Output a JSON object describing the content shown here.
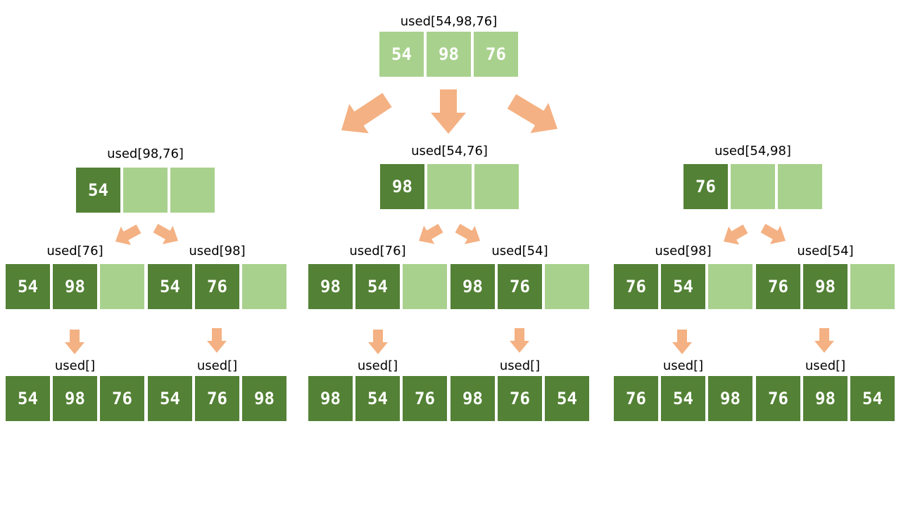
{
  "colors": {
    "filled": "#538135",
    "empty": "#a9d18e",
    "arrow": "#f4b183",
    "label": "#000000",
    "text": "#ffffff"
  },
  "arrow_icon": "arrow-icon",
  "levels": [
    {
      "level": 0,
      "nodes": [
        {
          "id": "root",
          "label": "used[54,98,76]",
          "cells": [
            {
              "value": "54",
              "state": "unused"
            },
            {
              "value": "98",
              "state": "unused"
            },
            {
              "value": "76",
              "state": "unused"
            }
          ]
        }
      ]
    },
    {
      "level": 1,
      "nodes": [
        {
          "id": "n1a",
          "label": "used[98,76]",
          "cells": [
            {
              "value": "54",
              "state": "chosen"
            },
            {
              "value": "",
              "state": "empty"
            },
            {
              "value": "",
              "state": "empty"
            }
          ]
        },
        {
          "id": "n1b",
          "label": "used[54,76]",
          "cells": [
            {
              "value": "98",
              "state": "chosen"
            },
            {
              "value": "",
              "state": "empty"
            },
            {
              "value": "",
              "state": "empty"
            }
          ]
        },
        {
          "id": "n1c",
          "label": "used[54,98]",
          "cells": [
            {
              "value": "76",
              "state": "chosen"
            },
            {
              "value": "",
              "state": "empty"
            },
            {
              "value": "",
              "state": "empty"
            }
          ]
        }
      ]
    },
    {
      "level": 2,
      "nodes": [
        {
          "id": "n2a",
          "label": "used[76]",
          "cells": [
            {
              "value": "54",
              "state": "chosen"
            },
            {
              "value": "98",
              "state": "chosen"
            },
            {
              "value": "",
              "state": "empty"
            }
          ]
        },
        {
          "id": "n2b",
          "label": "used[98]",
          "cells": [
            {
              "value": "54",
              "state": "chosen"
            },
            {
              "value": "76",
              "state": "chosen"
            },
            {
              "value": "",
              "state": "empty"
            }
          ]
        },
        {
          "id": "n2c",
          "label": "used[76]",
          "cells": [
            {
              "value": "98",
              "state": "chosen"
            },
            {
              "value": "54",
              "state": "chosen"
            },
            {
              "value": "",
              "state": "empty"
            }
          ]
        },
        {
          "id": "n2d",
          "label": "used[54]",
          "cells": [
            {
              "value": "98",
              "state": "chosen"
            },
            {
              "value": "76",
              "state": "chosen"
            },
            {
              "value": "",
              "state": "empty"
            }
          ]
        },
        {
          "id": "n2e",
          "label": "used[98]",
          "cells": [
            {
              "value": "76",
              "state": "chosen"
            },
            {
              "value": "54",
              "state": "chosen"
            },
            {
              "value": "",
              "state": "empty"
            }
          ]
        },
        {
          "id": "n2f",
          "label": "used[54]",
          "cells": [
            {
              "value": "76",
              "state": "chosen"
            },
            {
              "value": "98",
              "state": "chosen"
            },
            {
              "value": "",
              "state": "empty"
            }
          ]
        }
      ]
    },
    {
      "level": 3,
      "nodes": [
        {
          "id": "n3a",
          "label": "used[]",
          "cells": [
            {
              "value": "54",
              "state": "chosen"
            },
            {
              "value": "98",
              "state": "chosen"
            },
            {
              "value": "76",
              "state": "chosen"
            }
          ]
        },
        {
          "id": "n3b",
          "label": "used[]",
          "cells": [
            {
              "value": "54",
              "state": "chosen"
            },
            {
              "value": "76",
              "state": "chosen"
            },
            {
              "value": "98",
              "state": "chosen"
            }
          ]
        },
        {
          "id": "n3c",
          "label": "used[]",
          "cells": [
            {
              "value": "98",
              "state": "chosen"
            },
            {
              "value": "54",
              "state": "chosen"
            },
            {
              "value": "76",
              "state": "chosen"
            }
          ]
        },
        {
          "id": "n3d",
          "label": "used[]",
          "cells": [
            {
              "value": "98",
              "state": "chosen"
            },
            {
              "value": "76",
              "state": "chosen"
            },
            {
              "value": "54",
              "state": "chosen"
            }
          ]
        },
        {
          "id": "n3e",
          "label": "used[]",
          "cells": [
            {
              "value": "76",
              "state": "chosen"
            },
            {
              "value": "54",
              "state": "chosen"
            },
            {
              "value": "98",
              "state": "chosen"
            }
          ]
        },
        {
          "id": "n3f",
          "label": "used[]",
          "cells": [
            {
              "value": "76",
              "state": "chosen"
            },
            {
              "value": "98",
              "state": "chosen"
            },
            {
              "value": "54",
              "state": "chosen"
            }
          ]
        }
      ]
    }
  ]
}
